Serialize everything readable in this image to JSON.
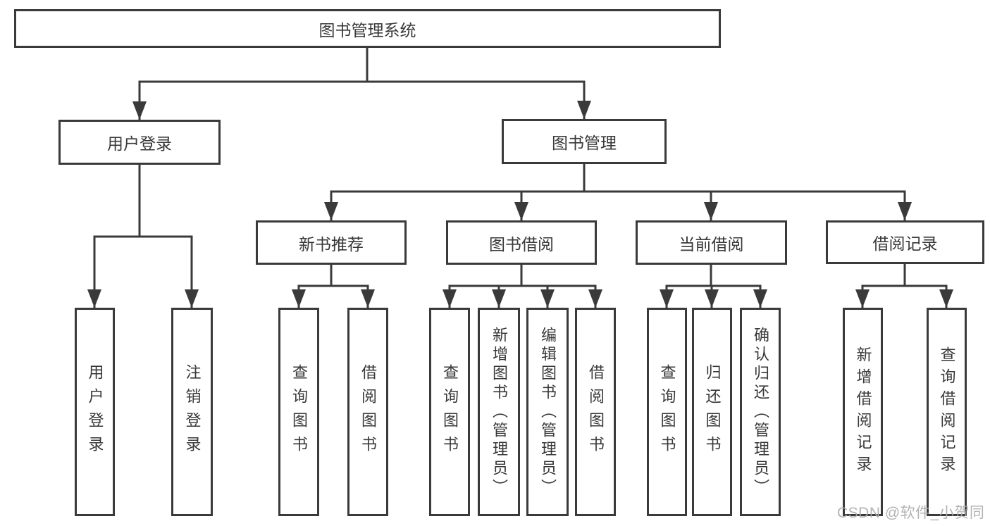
{
  "tree": {
    "label": "图书管理系统",
    "children": [
      {
        "label": "用户登录",
        "children": [
          {
            "label": "用户登录"
          },
          {
            "label": "注销登录"
          }
        ]
      },
      {
        "label": "图书管理",
        "children": [
          {
            "label": "新书推荐",
            "children": [
              {
                "label": "查询图书"
              },
              {
                "label": "借阅图书"
              }
            ]
          },
          {
            "label": "图书借阅",
            "children": [
              {
                "label": "查询图书"
              },
              {
                "label": "新增图书（管理员）"
              },
              {
                "label": "编辑图书（管理员）"
              },
              {
                "label": "借阅图书"
              }
            ]
          },
          {
            "label": "当前借阅",
            "children": [
              {
                "label": "查询图书"
              },
              {
                "label": "归还图书"
              },
              {
                "label": "确认归还（管理员）"
              }
            ]
          },
          {
            "label": "借阅记录",
            "children": [
              {
                "label": "新增借阅记录"
              },
              {
                "label": "查询借阅记录"
              }
            ]
          }
        ]
      }
    ]
  },
  "watermark": {
    "text": "CSDN @软件_小贺同学"
  },
  "colors": {
    "line": "#3a3a3a",
    "text": "#383838",
    "watermark": "#acacac",
    "background": "#ffffff"
  }
}
